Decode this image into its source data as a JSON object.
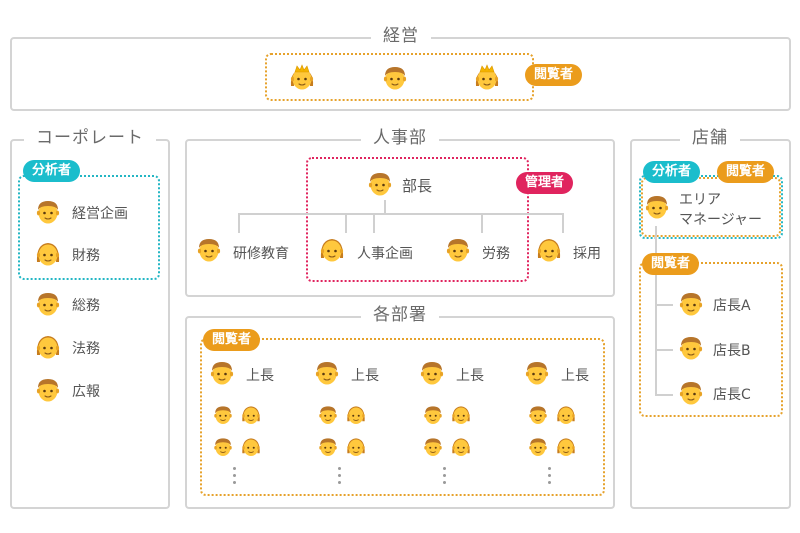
{
  "sections": {
    "executive": {
      "title": "経営",
      "badge": "閲覧者"
    },
    "corporate": {
      "title": "コーポレート",
      "badge": "分析者",
      "members": [
        "経営企画",
        "財務",
        "総務",
        "法務",
        "広報"
      ]
    },
    "hr": {
      "title": "人事部",
      "head": "部長",
      "badge": "管理者",
      "members": [
        "研修教育",
        "人事企画",
        "労務",
        "採用"
      ]
    },
    "departments": {
      "title": "各部署",
      "badge": "閲覧者",
      "boss_label": "上長",
      "column_count": 4
    },
    "stores": {
      "title": "店舗",
      "badge_analyst": "分析者",
      "badge_viewer_top": "閲覧者",
      "area_manager_line1": "エリア",
      "area_manager_line2": "マネージャー",
      "badge_viewer": "閲覧者",
      "managers": [
        "店長A",
        "店長B",
        "店長C"
      ]
    }
  },
  "colors": {
    "viewer": "#eb9c1c",
    "analyst": "#1bbdcc",
    "admin": "#e0245e",
    "border": "#d4d4d4"
  },
  "icons": [
    "man-icon",
    "woman-icon",
    "princess-icon",
    "boy-icon",
    "girl-icon"
  ]
}
